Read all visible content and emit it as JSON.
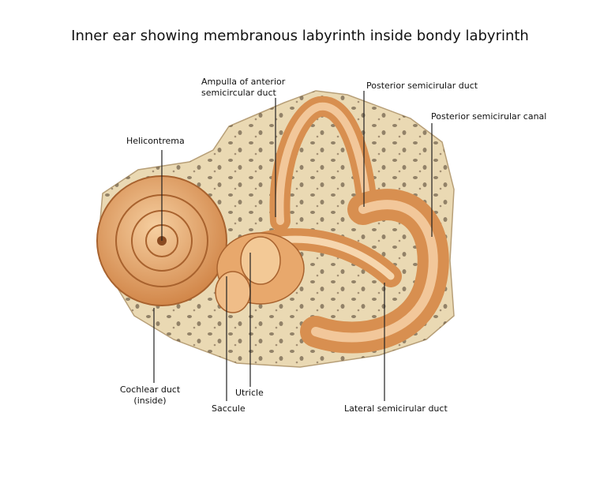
{
  "title": "Inner ear showing membranous labyrinth inside bondy labyrinth",
  "labels": {
    "ampulla_line1": "Ampulla of anterior",
    "ampulla_line2": "semicircular duct",
    "posterior_duct": "Posterior semicirular duct",
    "posterior_canal": "Posterior semicirular canal",
    "helicotrema": "Helicontrema",
    "cochlear_line1": "Cochlear duct",
    "cochlear_line2": "(inside)",
    "utricle": "Utricle",
    "saccule": "Saccule",
    "lateral_duct": "Lateral semicirular duct"
  },
  "colors": {
    "bone": "#ead9b3",
    "membrane": "#dd9a5c",
    "membrane_light": "#f2c79a",
    "spots": "#4a3a2a"
  }
}
